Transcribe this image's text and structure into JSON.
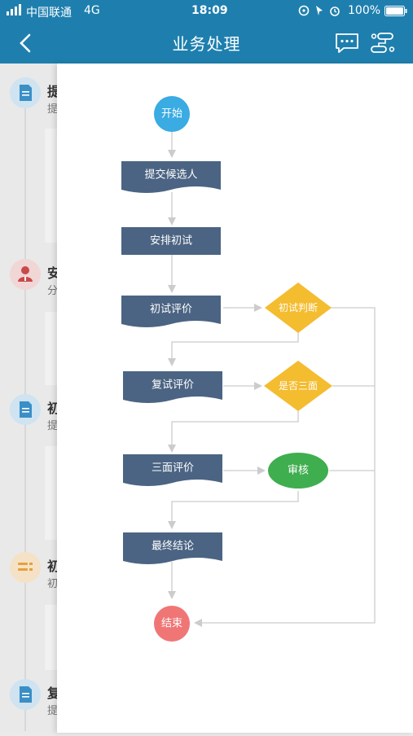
{
  "status": {
    "carrier": "中国联通",
    "network": "4G",
    "time": "18:09",
    "battery": "100%"
  },
  "nav": {
    "title": "业务处理",
    "back_icon": "chevron-left-icon",
    "message_icon": "chat-bubble-icon",
    "flow_icon": "flow-chart-icon"
  },
  "timeline": [
    {
      "title": "提",
      "sub": "提",
      "icon": "document-icon",
      "color": "#3a8fc7"
    },
    {
      "title": "安",
      "sub": "分",
      "icon": "user-icon",
      "color": "#c94a4a"
    },
    {
      "title": "初",
      "sub": "提",
      "icon": "document-icon",
      "color": "#3a8fc7"
    },
    {
      "title": "初",
      "sub": "初",
      "icon": "list-icon",
      "color": "#e5a13a"
    },
    {
      "title": "复",
      "sub": "提",
      "icon": "document-icon",
      "color": "#3a8fc7"
    }
  ],
  "flowchart": {
    "start": "开始",
    "end": "结束",
    "steps": [
      "提交候选人",
      "安排初试",
      "初试评价",
      "复试评价",
      "三面评价",
      "最终结论"
    ],
    "decisions": [
      "初试判断",
      "是否三面",
      "审核"
    ],
    "colors": {
      "start": "#3aabe3",
      "end": "#f07676",
      "step": "#4b6483",
      "decision": "#f4bc2f",
      "review": "#3fae4f",
      "line": "#cccccc"
    }
  }
}
